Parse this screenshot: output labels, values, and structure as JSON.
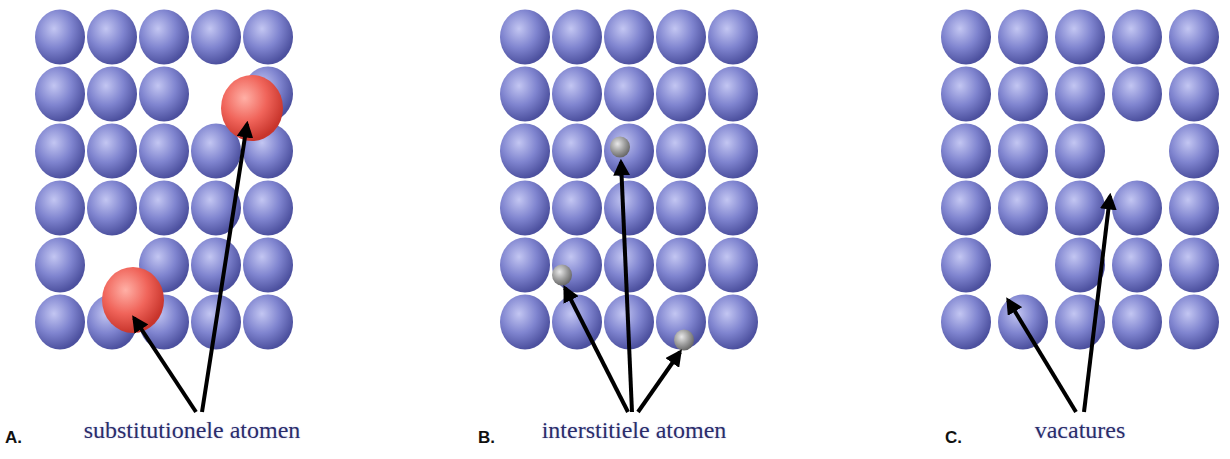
{
  "diagram": {
    "labels": [
      "A.",
      "substitutionele atomen",
      "B.",
      "interstitiele atomen",
      "C.",
      "vacatures"
    ]
  }
}
